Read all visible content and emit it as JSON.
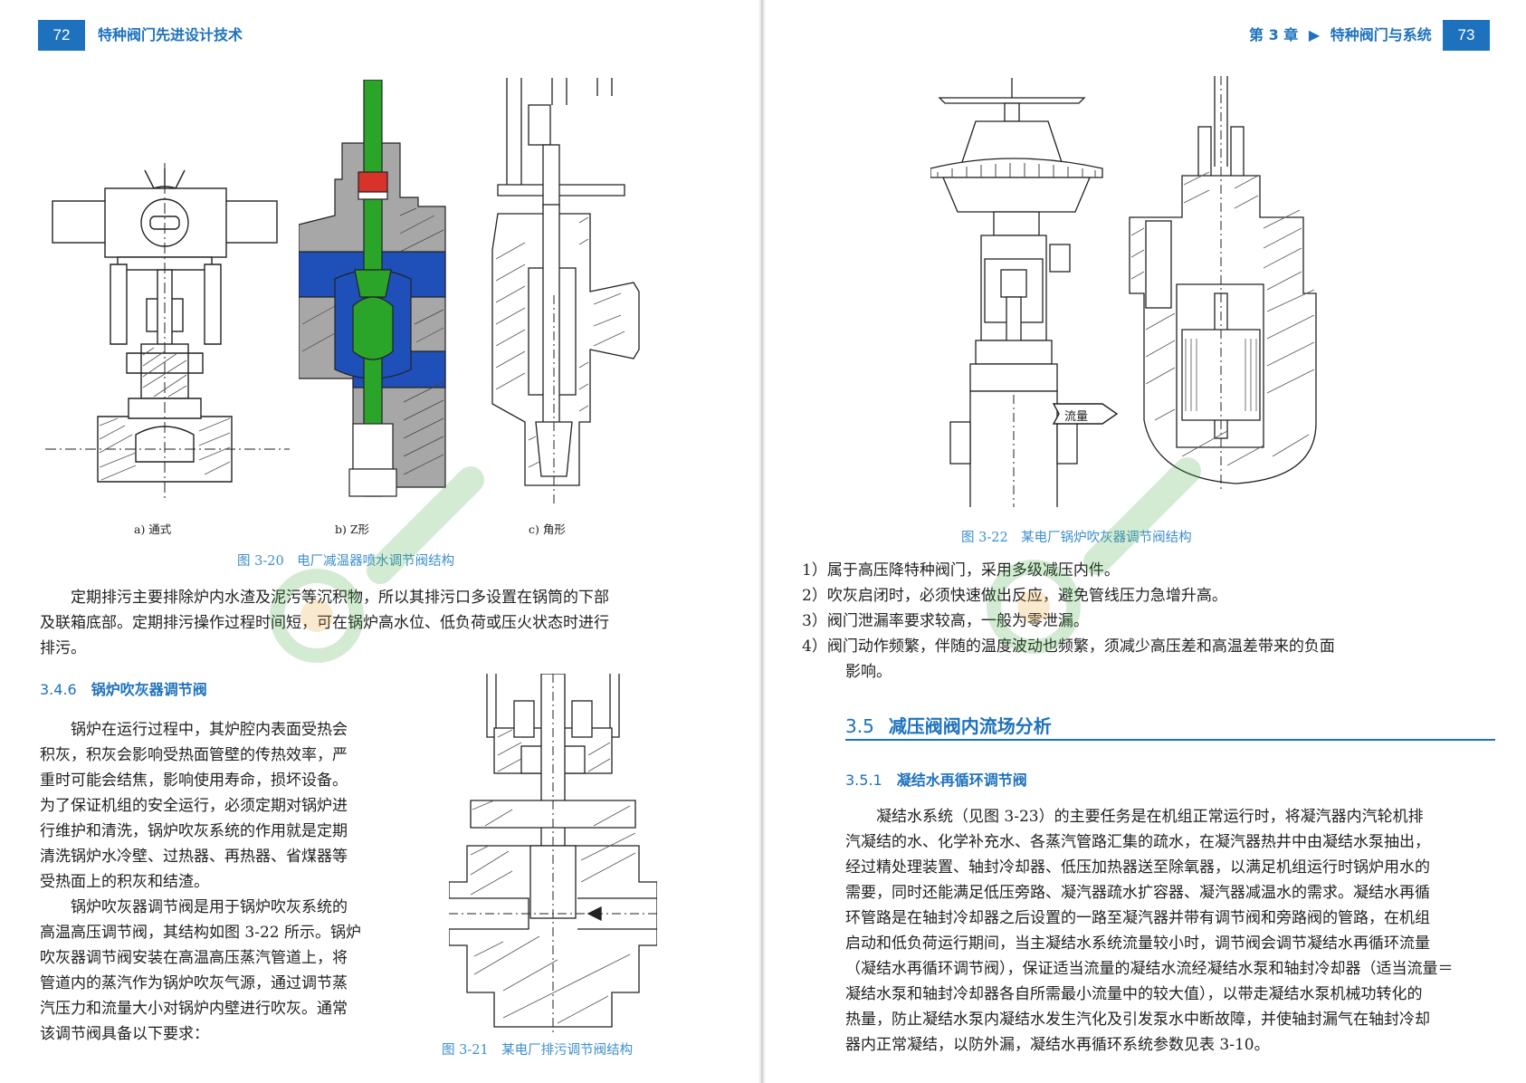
{
  "left": {
    "page_number": "72",
    "header_title": "特种阀门先进设计技术",
    "fig_320": {
      "sub_a": "a) 通式",
      "sub_b": "b) Z形",
      "sub_c": "c) 角形",
      "caption": "图 3-20　电厂减温器喷水调节阀结构"
    },
    "para1": [
      "　　定期排污主要排除炉内水渣及泥污等沉积物，所以其排污口多设置在锅筒的下部",
      "及联箱底部。定期排污操作过程时间短，可在锅炉高水位、低负荷或压火状态时进行",
      "排污。"
    ],
    "section_346": {
      "number": "3.4.6",
      "title": "锅炉吹灰器调节阀"
    },
    "para2": [
      "　　锅炉在运行过程中，其炉腔内表面受热会",
      "积灰，积灰会影响受热面管壁的传热效率，严",
      "重时可能会结焦，影响使用寿命，损坏设备。",
      "为了保证机组的安全运行，必须定期对锅炉进",
      "行维护和清洗，锅炉吹灰系统的作用就是定期",
      "清洗锅炉水冷壁、过热器、再热器、省煤器等",
      "受热面上的积灰和结渣。"
    ],
    "para3": [
      "　　锅炉吹灰器调节阀是用于锅炉吹灰系统的",
      "高温高压调节阀，其结构如图 3-22 所示。锅炉",
      "吹灰器调节阀安装在高温高压蒸汽管道上，将",
      "管道内的蒸汽作为锅炉吹灰气源，通过调节蒸",
      "汽压力和流量大小对锅炉内壁进行吹灰。通常",
      "该调节阀具备以下要求："
    ],
    "fig_321_caption": "图 3-21　某电厂排污调节阀结构"
  },
  "right": {
    "page_number": "73",
    "header_chapter": "第 3 章",
    "header_arrow": "▶",
    "header_title": "特种阀门与系统",
    "fig_322": {
      "flow_label": "流量",
      "caption": "图 3-22　某电厂锅炉吹灰器调节阀结构"
    },
    "requirements": [
      "1）属于高压降特种阀门，采用多级减压内件。",
      "2）吹灰启闭时，必须快速做出反应，避免管线压力急增升高。",
      "3）阀门泄漏率要求较高，一般为零泄漏。",
      "4）阀门动作频繁，伴随的温度波动也频繁，须减少高压差和高温差带来的负面"
    ],
    "requirement4_cont": "影响。",
    "section_35": {
      "number": "3.5",
      "title": "减压阀阀内流场分析"
    },
    "section_351": {
      "number": "3.5.1",
      "title": "凝结水再循环调节阀"
    },
    "para": [
      "　　凝结水系统（见图 3-23）的主要任务是在机组正常运行时，将凝汽器内汽轮机排",
      "汽凝结的水、化学补充水、各蒸汽管路汇集的疏水，在凝汽器热井中由凝结水泵抽出，",
      "经过精处理装置、轴封冷却器、低压加热器送至除氧器，以满足机组运行时锅炉用水的",
      "需要，同时还能满足低压旁路、凝汽器疏水扩容器、凝汽器减温水的需求。凝结水再循",
      "环管路是在轴封冷却器之后设置的一路至凝汽器并带有调节阀和旁路阀的管路，在机组",
      "启动和低负荷运行期间，当主凝结水系统流量较小时，调节阀会调节凝结水再循环流量",
      "（凝结水再循环调节阀），保证适当流量的凝结水流经凝结水泵和轴封冷却器（适当流量＝",
      "凝结水泵和轴封冷却器各自所需最小流量中的较大值），以带走凝结水泵机械功转化的",
      "热量，防止凝结水泵内凝结水发生汽化及引发泵水中断故障，并使轴封漏气在轴封冷却",
      "器内正常凝结，以防外漏，凝结水再循环系统参数见表 3-10。"
    ]
  },
  "colors": {
    "accent_blue": "#1e72bd",
    "caption_blue": "#3d8fcc",
    "valve_green": "#2aa52a",
    "valve_blue": "#1f4fb8",
    "valve_gray": "#a7a7a7"
  }
}
